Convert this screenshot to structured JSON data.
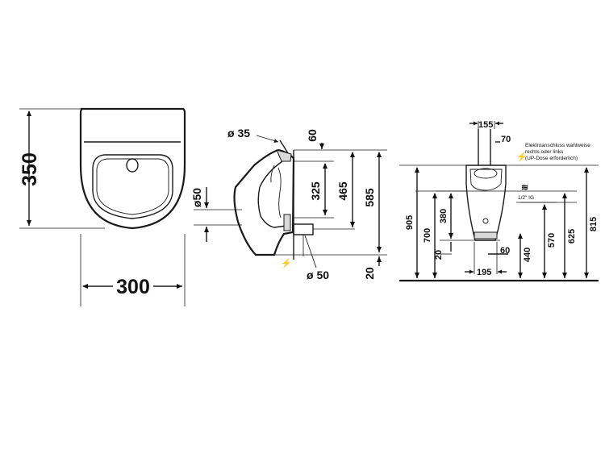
{
  "front_view": {
    "width_label": "300",
    "height_label": "350"
  },
  "side_view": {
    "top_pipe_diameter": "ø 35",
    "top_offset": "60",
    "inlet_height": "325",
    "outlet_height": "465",
    "total_height": "585",
    "rear_pipe_diameter": "ø50",
    "bottom_pipe_diameter": "ø 50",
    "base_offset": "20"
  },
  "installation_view": {
    "top_spacing": "155",
    "top_offset": "70",
    "electrical_note": [
      "Elektroanschluss wahlweise",
      "rechts oder links",
      "(UP-Dose erforderlich)"
    ],
    "water_connection": "1/2\" IG",
    "height_905": "905",
    "height_700": "700",
    "height_380": "380",
    "height_20": "20",
    "offset_60": "60",
    "width_195": "195",
    "height_440": "440",
    "height_570": "570",
    "height_625": "625",
    "height_815": "815"
  }
}
